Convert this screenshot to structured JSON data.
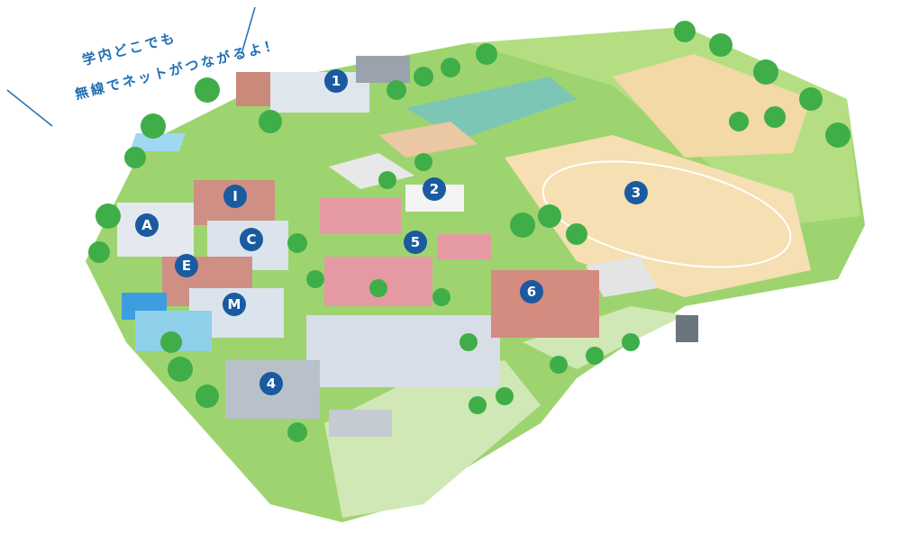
{
  "callout": {
    "line1": "学内どこでも",
    "line2": "無線でネットがつながるよ！"
  },
  "markers": [
    {
      "label": "1"
    },
    {
      "label": "2"
    },
    {
      "label": "3"
    },
    {
      "label": "4"
    },
    {
      "label": "5"
    },
    {
      "label": "6"
    },
    {
      "label": "A"
    },
    {
      "label": "I"
    },
    {
      "label": "C"
    },
    {
      "label": "E"
    },
    {
      "label": "M"
    }
  ],
  "colors": {
    "marker": "#1a5aa0",
    "callout_text": "#1f6fb2",
    "grass": "#8fd06a",
    "track": "#f4dcb0",
    "tree": "#3fae49"
  }
}
